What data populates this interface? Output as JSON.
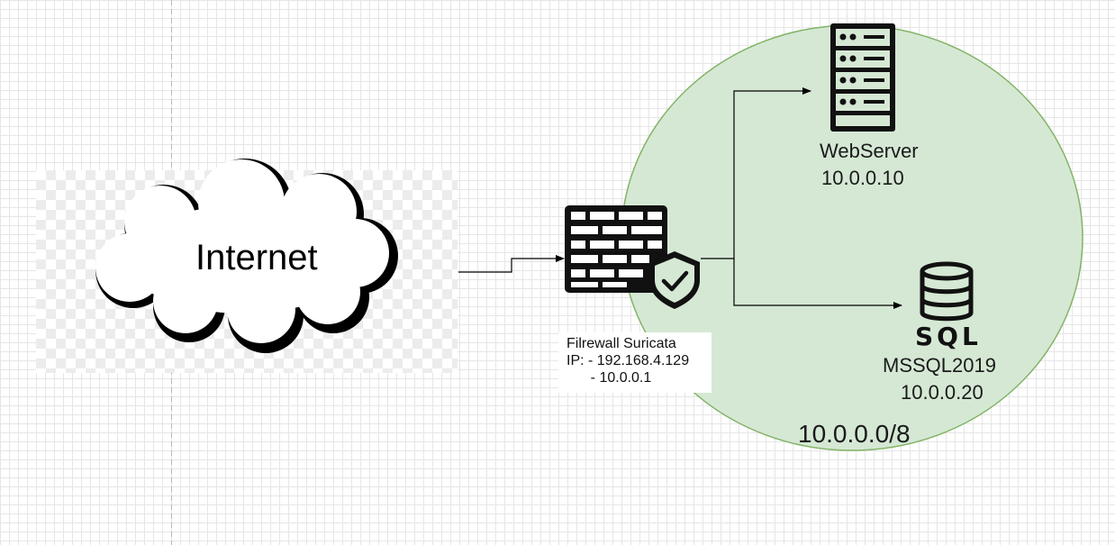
{
  "internet": {
    "label": "Internet"
  },
  "firewall": {
    "title": "Filrewall Suricata",
    "ip_line1": "IP: - 192.168.4.129",
    "ip_line2": "      - 10.0.0.1"
  },
  "webserver": {
    "name": "WebServer",
    "ip": "10.0.0.10"
  },
  "sql": {
    "icon_text": "SQL",
    "name": "MSSQL2019",
    "ip": "10.0.0.20"
  },
  "network": {
    "cidr": "10.0.0.0/8",
    "fill_color": "#d5e8d4",
    "stroke_color": "#82b366"
  },
  "colors": {
    "edge": "#000000",
    "dash_guide": "#b8b8b8"
  }
}
